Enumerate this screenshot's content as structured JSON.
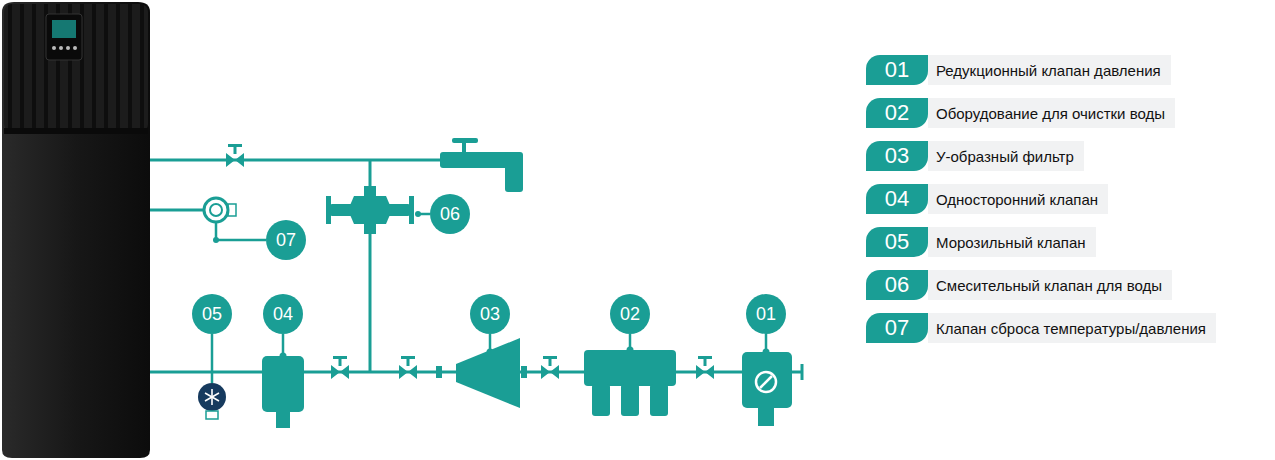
{
  "diagram": {
    "nodes": [
      {
        "text": [
          "06"
        ]
      },
      {
        "text": [
          "07"
        ]
      },
      {
        "text": [
          "05"
        ]
      },
      {
        "text": [
          "04"
        ]
      },
      {
        "text": [
          "03"
        ]
      },
      {
        "text": [
          "02"
        ]
      },
      {
        "text": [
          "01"
        ]
      },
      {
        "text": [
          "01",
          "Редукционный клапан давления"
        ]
      },
      {
        "text": [
          "02",
          "Оборудование для очистки воды"
        ]
      },
      {
        "text": [
          "03",
          "У-образный фильтр"
        ]
      },
      {
        "text": [
          "04",
          "Односторонний клапан"
        ]
      },
      {
        "text": [
          "05",
          "Морозильный клапан"
        ]
      },
      {
        "text": [
          "06",
          "Смесительный клапан для воды"
        ]
      },
      {
        "text": [
          "07",
          "Клапан сброса температуры/давления"
        ]
      }
    ]
  }
}
